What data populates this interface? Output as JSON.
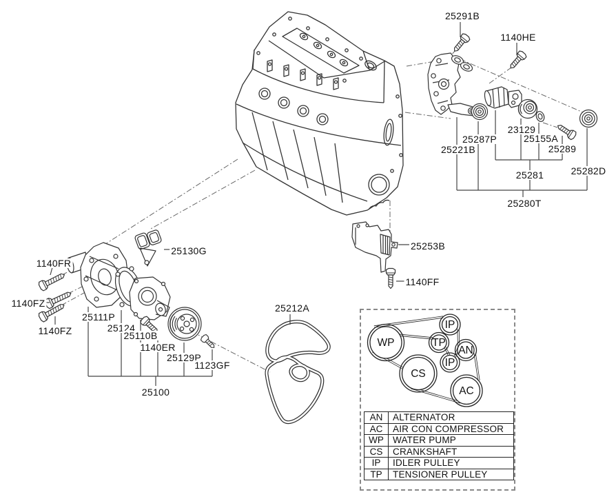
{
  "parts": [
    {
      "id": "25291B",
      "label": "25291B"
    },
    {
      "id": "1140HE",
      "label": "1140HE"
    },
    {
      "id": "23129",
      "label": "23129"
    },
    {
      "id": "25287P",
      "label": "25287P"
    },
    {
      "id": "25155A",
      "label": "25155A"
    },
    {
      "id": "25221B",
      "label": "25221B"
    },
    {
      "id": "25289",
      "label": "25289"
    },
    {
      "id": "25281",
      "label": "25281"
    },
    {
      "id": "25282D",
      "label": "25282D"
    },
    {
      "id": "25280T",
      "label": "25280T"
    },
    {
      "id": "25253B",
      "label": "25253B"
    },
    {
      "id": "1140FF",
      "label": "1140FF"
    },
    {
      "id": "25130G",
      "label": "25130G"
    },
    {
      "id": "1140FR",
      "label": "1140FR"
    },
    {
      "id": "1140FZ-a",
      "label": "1140FZ"
    },
    {
      "id": "1140FZ-b",
      "label": "1140FZ"
    },
    {
      "id": "25111P",
      "label": "25111P"
    },
    {
      "id": "25124",
      "label": "25124"
    },
    {
      "id": "25110B",
      "label": "25110B"
    },
    {
      "id": "1140ER",
      "label": "1140ER"
    },
    {
      "id": "25129P",
      "label": "25129P"
    },
    {
      "id": "1123GF",
      "label": "1123GF"
    },
    {
      "id": "25100",
      "label": "25100"
    },
    {
      "id": "25212A",
      "label": "25212A"
    }
  ],
  "legend": {
    "rows": [
      {
        "code": "AN",
        "desc": "ALTERNATOR"
      },
      {
        "code": "AC",
        "desc": "AIR CON COMPRESSOR"
      },
      {
        "code": "WP",
        "desc": "WATER PUMP"
      },
      {
        "code": "CS",
        "desc": "CRANKSHAFT"
      },
      {
        "code": "IP",
        "desc": "IDLER PULLEY"
      },
      {
        "code": "TP",
        "desc": "TENSIONER PULLEY"
      }
    ]
  },
  "belt_routing": {
    "pulleys": [
      "WP",
      "IP",
      "TP",
      "IP",
      "AN",
      "CS",
      "AC"
    ]
  },
  "colors": {
    "line": "#333333",
    "leader": "#444444",
    "text": "#111111",
    "background": "#ffffff"
  }
}
